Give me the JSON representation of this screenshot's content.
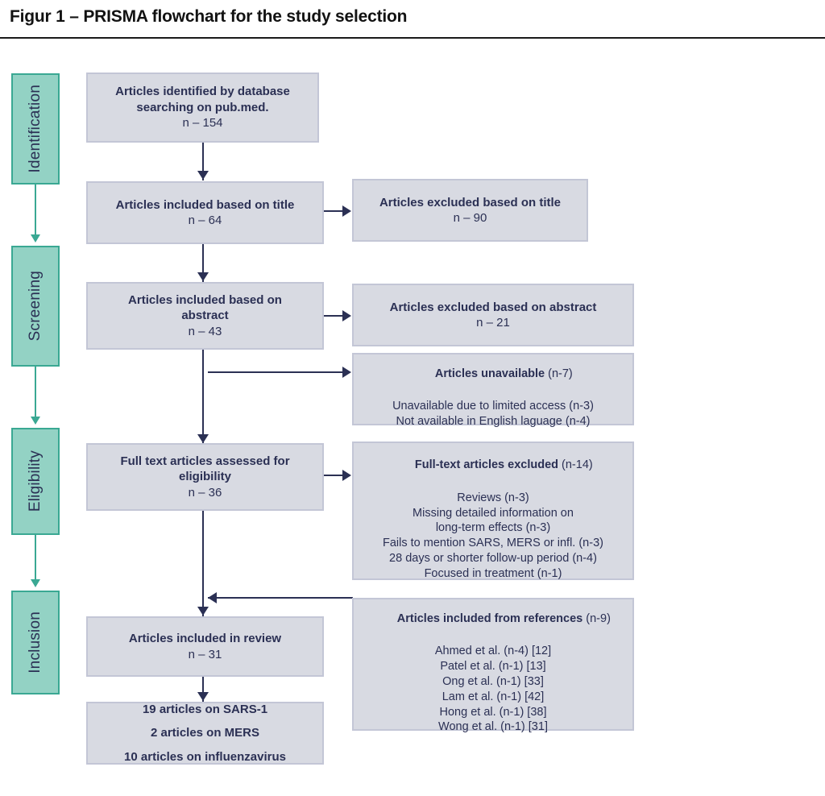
{
  "figure": {
    "title": "Figur 1 – PRISMA flowchart for the study selection"
  },
  "stages": [
    {
      "label": "Identification"
    },
    {
      "label": "Screening"
    },
    {
      "label": "Eligibility"
    },
    {
      "label": "Inclusion"
    }
  ],
  "nodes": {
    "identified": {
      "line1": "Articles identified by database",
      "line2": "searching on pub.med.",
      "line3": "n – 154"
    },
    "included_title": {
      "line1": "Articles included based on title",
      "line2": "n – 64"
    },
    "excluded_title": {
      "line1": "Articles excluded based on title",
      "line2": "n – 90"
    },
    "included_abstract": {
      "line1": "Articles included based on",
      "line2": "abstract",
      "line3": "n – 43"
    },
    "excluded_abstract": {
      "line1": "Articles excluded based on abstract",
      "line2": "n – 21"
    },
    "unavailable": {
      "head_bold": "Articles unavailable",
      "head_count": " (n-7)",
      "line2": "Unavailable due to limited access (n-3)",
      "line3": "Not available in English laguage (n-4)"
    },
    "fulltext_assessed": {
      "line1": "Full text articles assessed for",
      "line2": "eligibility",
      "line3": "n – 36"
    },
    "fulltext_excluded": {
      "head_bold": "Full-text articles excluded",
      "head_count": " (n-14)",
      "line2": "Reviews (n-3)",
      "line3": "Missing detailed information on",
      "line4": "long-term effects (n-3)",
      "line5": "Fails to mention SARS, MERS or infl. (n-3)",
      "line6": "28 days or shorter follow-up period (n-4)",
      "line7": "Focused in treatment (n-1)"
    },
    "from_references": {
      "head_bold": "Articles included from references",
      "head_count": " (n-9)",
      "line2": "Ahmed et al. (n-4) [12]",
      "line3": "Patel et al. (n-1) [13]",
      "line4": "Ong et al. (n-1) [33]",
      "line5": "Lam et al. (n-1) [42]",
      "line6": "Hong et al. (n-1) [38]",
      "line7": "Wong et al. (n-1) [31]"
    },
    "included_review": {
      "line1": "Articles included in review",
      "line2": "n – 31"
    },
    "breakdown": {
      "line1": "19 articles on SARS-1",
      "line2": "2 articles on MERS",
      "line3": "10 articles on influenzavirus"
    }
  },
  "colors": {
    "stage_fill": "#93d2c4",
    "stage_border": "#3aa893",
    "node_fill": "#d8dae2",
    "node_border": "#c3c6d6",
    "text": "#2b3054",
    "connector": "#2b3054"
  }
}
